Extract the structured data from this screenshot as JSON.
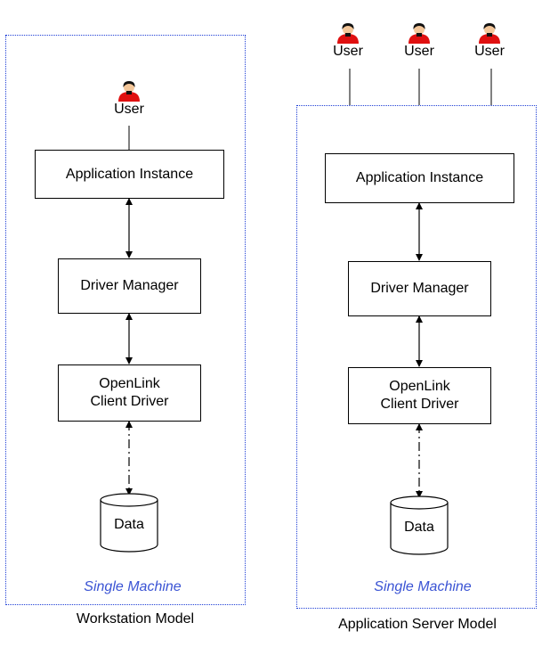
{
  "workstation": {
    "caption": "Workstation Model",
    "machine_label": "Single Machine",
    "user_label": "User",
    "app_box": "Application Instance",
    "driver_manager_box": "Driver Manager",
    "client_driver_line1": "OpenLink",
    "client_driver_line2": "Client Driver",
    "data_label": "Data"
  },
  "app_server": {
    "caption": "Application Server Model",
    "machine_label": "Single Machine",
    "user_labels": [
      "User",
      "User",
      "User"
    ],
    "app_box": "Application Instance",
    "driver_manager_box": "Driver Manager",
    "client_driver_line1": "OpenLink",
    "client_driver_line2": "Client Driver",
    "data_label": "Data"
  },
  "colors": {
    "boundary": "#1f3fd6",
    "machine_label": "#3b54d4",
    "user_body": "#e01010",
    "user_hair": "#111111",
    "user_face": "#f4c79a"
  },
  "icons": [
    "user-icon",
    "database-icon"
  ]
}
